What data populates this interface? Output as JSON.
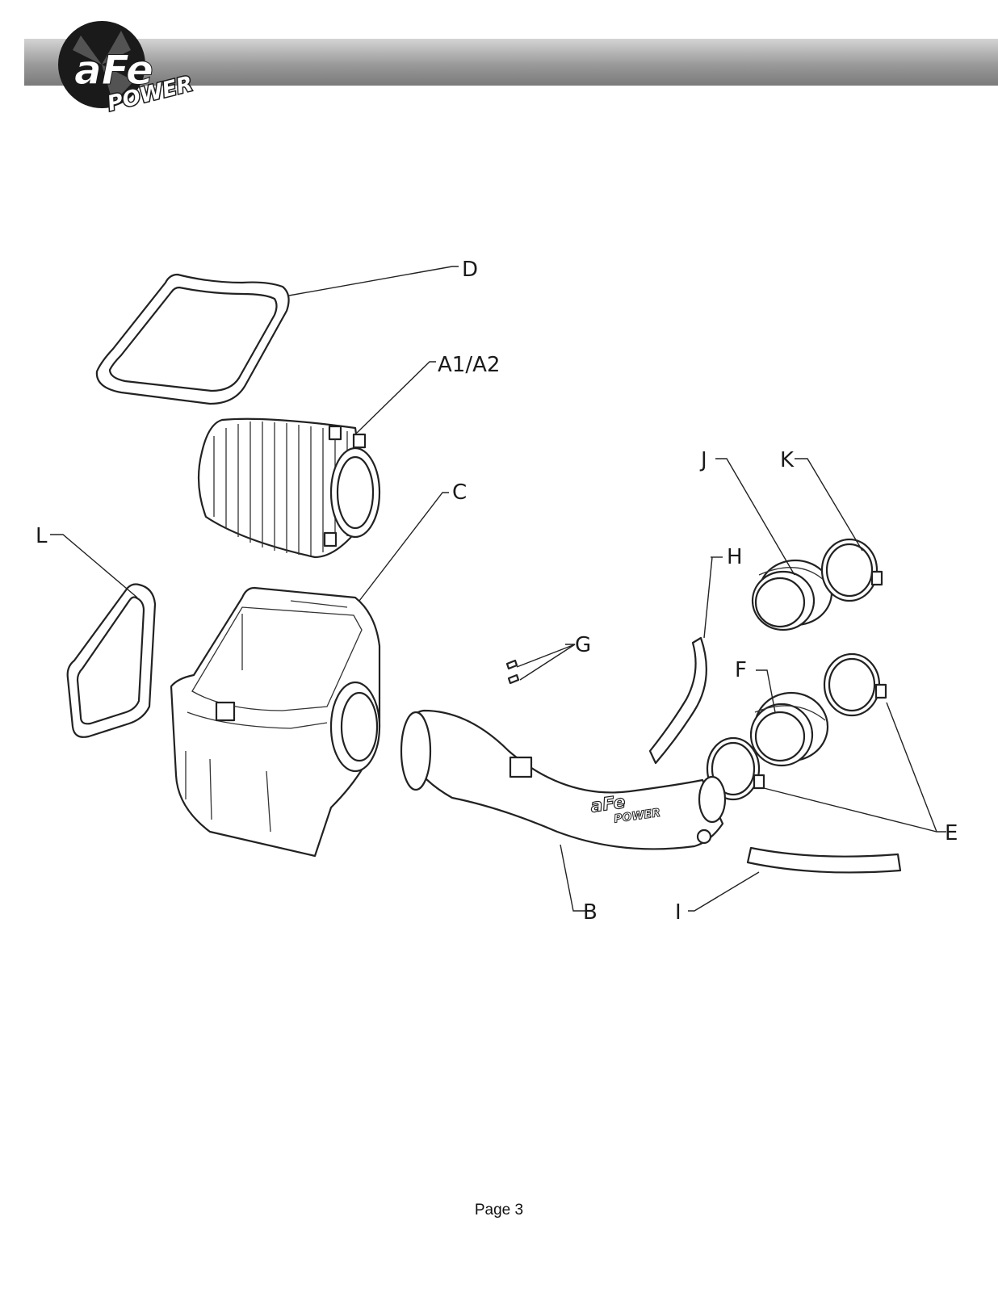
{
  "header": {
    "brand_letters": "aFe",
    "brand_word": "POWER",
    "colors": {
      "bar_light": "#d4d4d4",
      "bar_dark": "#7a7a7a",
      "logo": "#1a1a1a"
    }
  },
  "callouts": {
    "d": "D",
    "a1a2": "A1/A2",
    "c": "C",
    "l": "L",
    "j": "J",
    "k": "K",
    "h": "H",
    "g": "G",
    "f": "F",
    "e": "E",
    "b": "B",
    "i": "I"
  },
  "footer": {
    "page_label": "Page 3"
  }
}
